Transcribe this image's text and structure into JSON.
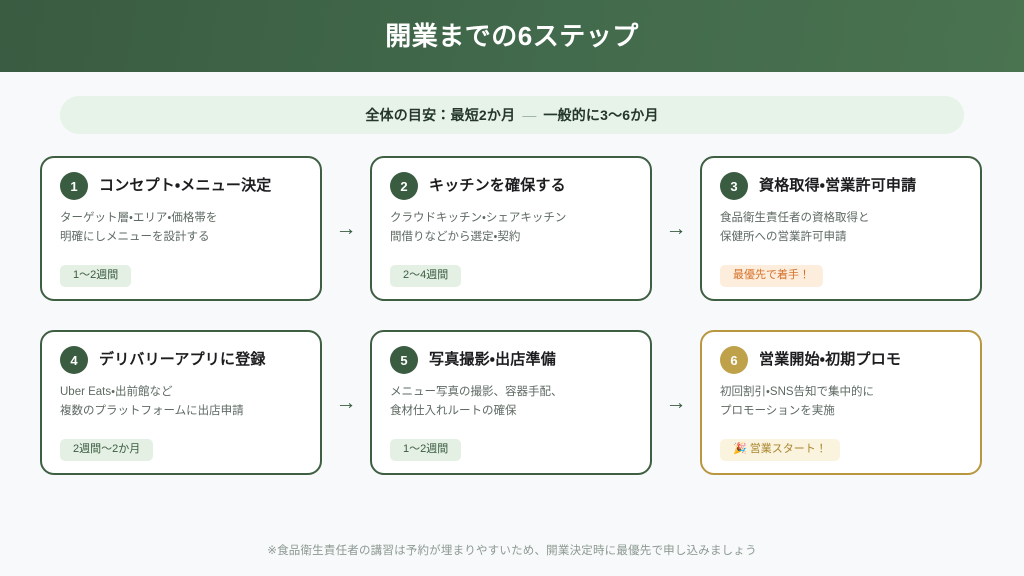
{
  "header": {
    "title": "開業までの6ステップ",
    "bg_gradient_from": "#3a5c41",
    "bg_gradient_to": "#4a7350"
  },
  "summary": {
    "main": "全体の目安：最短2か月",
    "dash": "—",
    "tail": "一般的に3〜6か月",
    "bg_color": "#e7f2e8"
  },
  "arrow": {
    "glyph": "→",
    "color": "#3a5c41"
  },
  "steps": [
    {
      "number": "1",
      "title": "コンセプト・メニュー決定",
      "desc_line1": "ターゲット層・エリア・価格帯を",
      "desc_line2": "明確にしメニューを設計する",
      "badge": "1〜2週間",
      "badge_style": "green",
      "accent_color": "#3a5c41"
    },
    {
      "number": "2",
      "title": "キッチンを確保する",
      "desc_line1": "クラウドキッチン・シェアキッチン",
      "desc_line2": "間借りなどから選定・契約",
      "badge": "2〜4週間",
      "badge_style": "green",
      "accent_color": "#3a5c41"
    },
    {
      "number": "3",
      "title": "資格取得・営業許可申請",
      "desc_line1": "食品衛生責任者の資格取得と",
      "desc_line2": "保健所への営業許可申請",
      "badge": "最優先で着手！",
      "badge_style": "orange",
      "accent_color": "#3a5c41"
    },
    {
      "number": "4",
      "title": "デリバリーアプリに登録",
      "desc_line1": "Uber Eats・出前館など",
      "desc_line2": "複数のプラットフォームに出店申請",
      "badge": "2週間〜2か月",
      "badge_style": "green",
      "accent_color": "#3a5c41"
    },
    {
      "number": "5",
      "title": "写真撮影・出店準備",
      "desc_line1": "メニュー写真の撮影、容器手配、",
      "desc_line2": "食材仕入れルートの確保",
      "badge": "1〜2週間",
      "badge_style": "green",
      "accent_color": "#3a5c41"
    },
    {
      "number": "6",
      "title": "営業開始・初期プロモ",
      "desc_line1": "初回割引・SNS告知で集中的に",
      "desc_line2": "プロモーションを実施",
      "badge_emoji": "🎉",
      "badge": "営業スタート！",
      "badge_style": "cream",
      "accent_color": "#bfa14a"
    }
  ],
  "footer": {
    "note": "※食品衛生責任者の講習は予約が埋まりやすいため、開業決定時に最優先で申し込みましょう"
  }
}
